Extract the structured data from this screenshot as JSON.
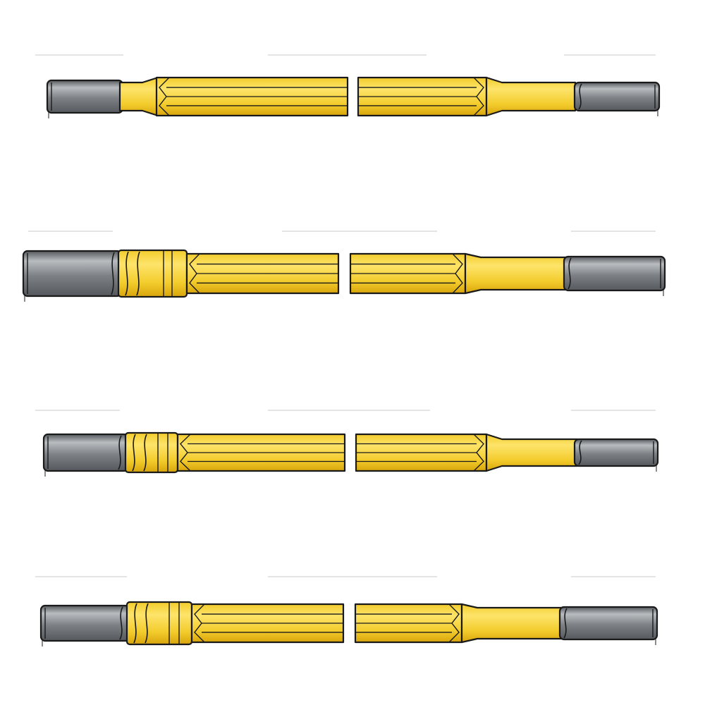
{
  "colors": {
    "background": "#ffffff",
    "outline": "#1a1a1a",
    "steel_light": "#b9bcbf",
    "steel_mid": "#7d8185",
    "steel_dark": "#55595d",
    "yellow_light": "#fde46a",
    "yellow_mid": "#f3cc2c",
    "yellow_dark": "#d8a50c",
    "faint_line": "#e4e4e4"
  },
  "parts": [
    {
      "id": "rod-1",
      "left_end": "small-thread",
      "right_end": "small-thread",
      "collar": false
    },
    {
      "id": "rod-2",
      "left_end": "large-thread",
      "right_end": "small-thread",
      "collar": true
    },
    {
      "id": "rod-3",
      "left_end": "medium-thread",
      "right_end": "small-thread",
      "collar": true
    },
    {
      "id": "rod-4",
      "left_end": "medium-thread",
      "right_end": "small-thread",
      "collar": true
    }
  ]
}
